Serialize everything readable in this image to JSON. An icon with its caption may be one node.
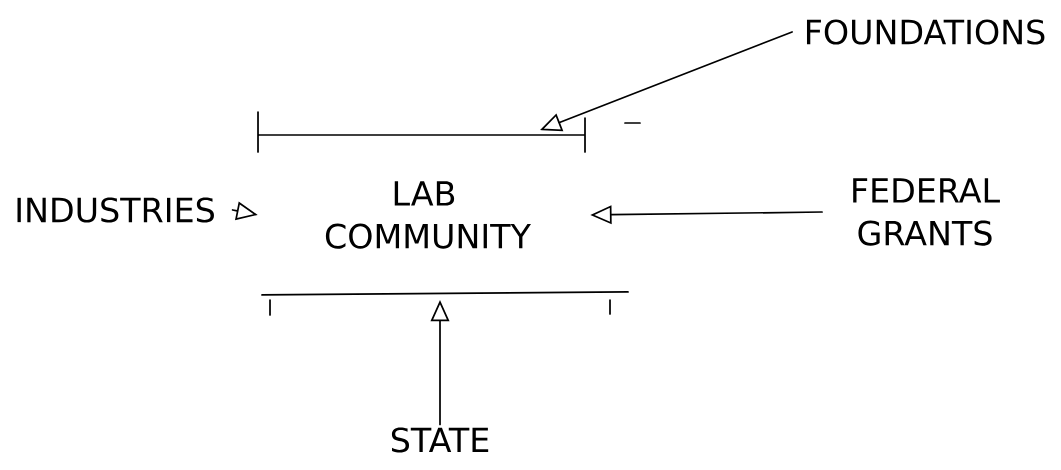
{
  "diagram": {
    "nodes": [
      {
        "text": [
          "LAB COMMUNITY"
        ]
      },
      {
        "text": [
          "FOUNDATIONS"
        ]
      },
      {
        "text": [
          "FEDERAL GRANTS"
        ]
      },
      {
        "text": [
          "INDUSTRIES"
        ]
      },
      {
        "text": [
          "STATE"
        ]
      }
    ],
    "edges": [
      {
        "from": 1,
        "to": 0,
        "arrow": "to"
      },
      {
        "from": 2,
        "to": 0,
        "arrow": "to"
      },
      {
        "from": 3,
        "to": 0,
        "arrow": "to"
      },
      {
        "from": 4,
        "to": 0,
        "arrow": "to"
      }
    ]
  }
}
